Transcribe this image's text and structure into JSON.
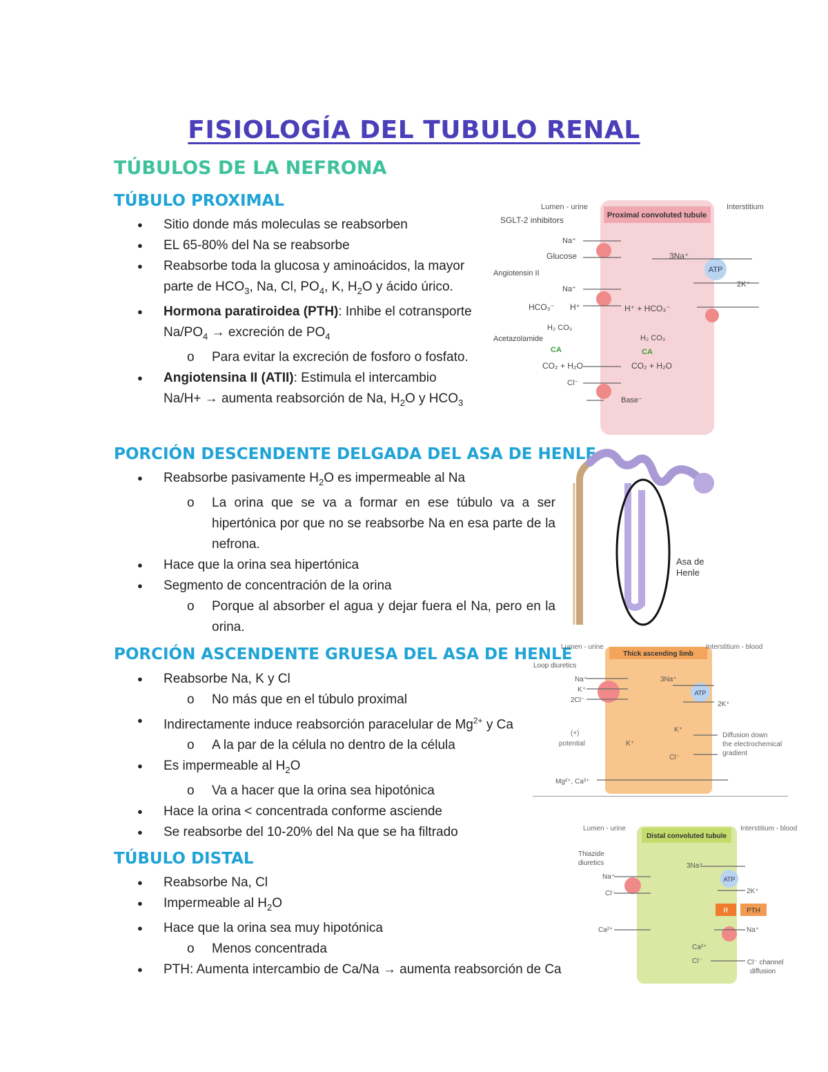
{
  "title": "FISIOLOGÍA DEL TUBULO RENAL",
  "section_main": "TÚBULOS DE LA NEFRONA",
  "proximal": {
    "heading": "TÚBULO PROXIMAL",
    "b1": "Sitio donde más moleculas se reabsorben",
    "b2": "EL 65-80% del Na se reabsorbe",
    "b3a": "Reabsorbe toda la glucosa y aminoácidos, la mayor",
    "b3b_1": "parte de HCO",
    "b3b_2": ", Na, Cl, PO",
    "b3b_3": ", K, H",
    "b3b_4": "O y ácido úrico.",
    "b4_bold": "Hormona paratiroidea (PTH)",
    "b4_rest": ": Inhibe el cotransporte",
    "b4b_1": "Na/PO",
    "b4b_2": " → excreción de PO",
    "b4_sub": "Para evitar la excreción de fosforo o fosfato.",
    "b5_bold": "Angiotensina II (ATII)",
    "b5_rest": ": Estimula el intercambio",
    "b5b_1": "Na/H+ → aumenta reabsorción de Na, H",
    "b5b_2": "O y HCO",
    "sub3": "3",
    "sub4": "4",
    "sub2": "2"
  },
  "descendente": {
    "heading": "PORCIÓN DESCENDENTE DELGADA DEL ASA DE HENLE",
    "b1_1": "Reabsorbe pasivamente H",
    "b1_2": "O es impermeable al Na",
    "b1_sub": "La orina que se va a formar en ese túbulo va a ser hipertónica por que no se reabsorbe Na en esa parte de la nefrona.",
    "b2": "Hace que la orina sea hipertónica",
    "b3": "Segmento de concentración de la orina",
    "b3_sub": "Porque al absorber el agua y dejar fuera el Na, pero en la orina."
  },
  "ascendente": {
    "heading": "PORCIÓN ASCENDENTE GRUESA DEL ASA DE HENLE",
    "b1": "Reabsorbe Na, K y Cl",
    "b1_sub": "No más que en el túbulo proximal",
    "b2_1": "Indirectamente induce reabsorción paracelular de Mg",
    "b2_sup": "2+",
    "b2_2": " y Ca",
    "b2_sub": "A la par de la célula no dentro de la célula",
    "b3_1": "Es impermeable al H",
    "b3_2": "O",
    "b3_sub": "Va a hacer que la orina sea hipotónica",
    "b4": "Hace la orina < concentrada conforme asciende",
    "b5": "Se reabsorbe del 10-20% del Na que se ha filtrado"
  },
  "distal": {
    "heading": "TÚBULO DISTAL",
    "b1": "Reabsorbe Na, Cl",
    "b2_1": "Impermeable al H",
    "b2_2": "O",
    "b3": "Hace que la orina sea muy hipotónica",
    "b3_sub": "Menos concentrada",
    "b4": "PTH: Aumenta intercambio de Ca/Na → aumenta reabsorción de Ca"
  },
  "fig_proximal": {
    "lumen": "Lumen - urine",
    "title": "Proximal convoluted tubule",
    "interstitium": "Interstitium",
    "sglt": "SGLT-2 inhibitors",
    "na": "Na⁺",
    "glucose": "Glucose",
    "angio": "Angiotensin II",
    "hco3": "HCO₃⁻",
    "h": "H⁺",
    "h2co3": "H₂ CO₃",
    "acet": "Acetazolamide",
    "ca": "CA",
    "co2": "CO₂ + H₂O",
    "cl": "Cl⁻",
    "base": "Base⁻",
    "na3": "3Na⁺",
    "atp": "ATP",
    "k2": "2K⁺",
    "hplus": "H⁺   +  HCO₃⁻"
  },
  "fig_henle": {
    "label1": "Asa de",
    "label2": "Henle"
  },
  "fig_tal": {
    "lumen": "Lumen - urine",
    "title": "Thick ascending limb",
    "interstitium": "Interstitium - blood",
    "loop": "Loop diuretics",
    "na": "Na⁺",
    "k": "K⁺",
    "cl2": "2Cl⁻",
    "na3": "3Na⁺",
    "atp": "ATP",
    "k2": "2K⁺",
    "kp": "K⁺",
    "pot1": "(+)",
    "pot2": "potential",
    "kk": "K⁺",
    "diff1": "Diffusion down",
    "diff2": "the electrochemical",
    "diff3": "gradient",
    "cl": "Cl⁻",
    "mg": "Mg²⁺, Ca²⁺"
  },
  "fig_distal": {
    "lumen": "Lumen - urine",
    "title": "Distal convoluted tubule",
    "interstitium": "Interstitium - blood",
    "thz1": "Thiazide",
    "thz2": "diuretics",
    "na": "Na⁺",
    "cl": "Cl⁻",
    "na3": "3Na⁺",
    "atp": "ATP",
    "k2": "2K⁺",
    "r": "R",
    "pth": "PTH",
    "ca": "Ca²⁺",
    "nap": "Na⁺",
    "ca2": "Ca²⁺",
    "cl2": "Cl⁻",
    "clch1": "Cl⁻ channel",
    "clch2": "diffusion"
  }
}
